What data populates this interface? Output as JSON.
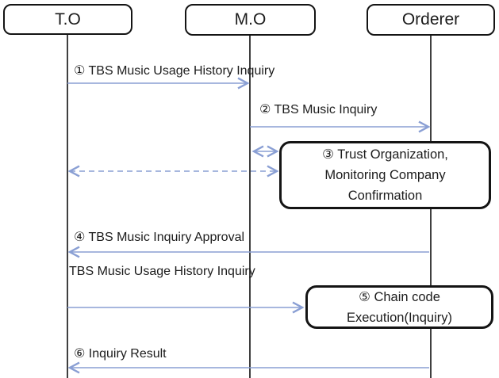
{
  "actors": [
    {
      "label": "T.O"
    },
    {
      "label": "M.O"
    },
    {
      "label": "Orderer"
    }
  ],
  "messages": [
    {
      "num": "①",
      "label": "① TBS Music Usage History Inquiry",
      "from": "T.O",
      "to": "M.O",
      "style": "solid"
    },
    {
      "num": "②",
      "label": "② TBS Music Inquiry",
      "from": "M.O",
      "to": "Orderer",
      "style": "solid"
    },
    {
      "num": "",
      "label": "",
      "from": "M.O",
      "to": "Trust Organization, Monitoring Company Confirmation",
      "style": "solid-bidirectional"
    },
    {
      "num": "",
      "label": "",
      "from": "T.O",
      "to": "Trust Organization, Monitoring Company Confirmation",
      "style": "dashed-bidirectional"
    },
    {
      "num": "④",
      "label": "④ TBS Music Inquiry Approval",
      "from": "Orderer",
      "to": "T.O",
      "style": "solid"
    },
    {
      "num": "",
      "label": "TBS Music Usage History Inquiry",
      "from": "T.O",
      "to": "Chain code Execution(Inquiry)",
      "style": "solid"
    },
    {
      "num": "⑥",
      "label": "⑥ Inquiry Result",
      "from": "Orderer",
      "to": "T.O",
      "style": "solid"
    }
  ],
  "notes": [
    {
      "line1": "③ Trust Organization,",
      "line2": "Monitoring Company",
      "line3": "Confirmation"
    },
    {
      "line1": "⑤ Chain code",
      "line2": "Execution(Inquiry)"
    }
  ],
  "colors": {
    "arrow": "#8a9fd4",
    "lifeline": "#3f3f3f",
    "box_border": "#141414",
    "background": "#ffffff",
    "text": "#1c1c1c"
  }
}
